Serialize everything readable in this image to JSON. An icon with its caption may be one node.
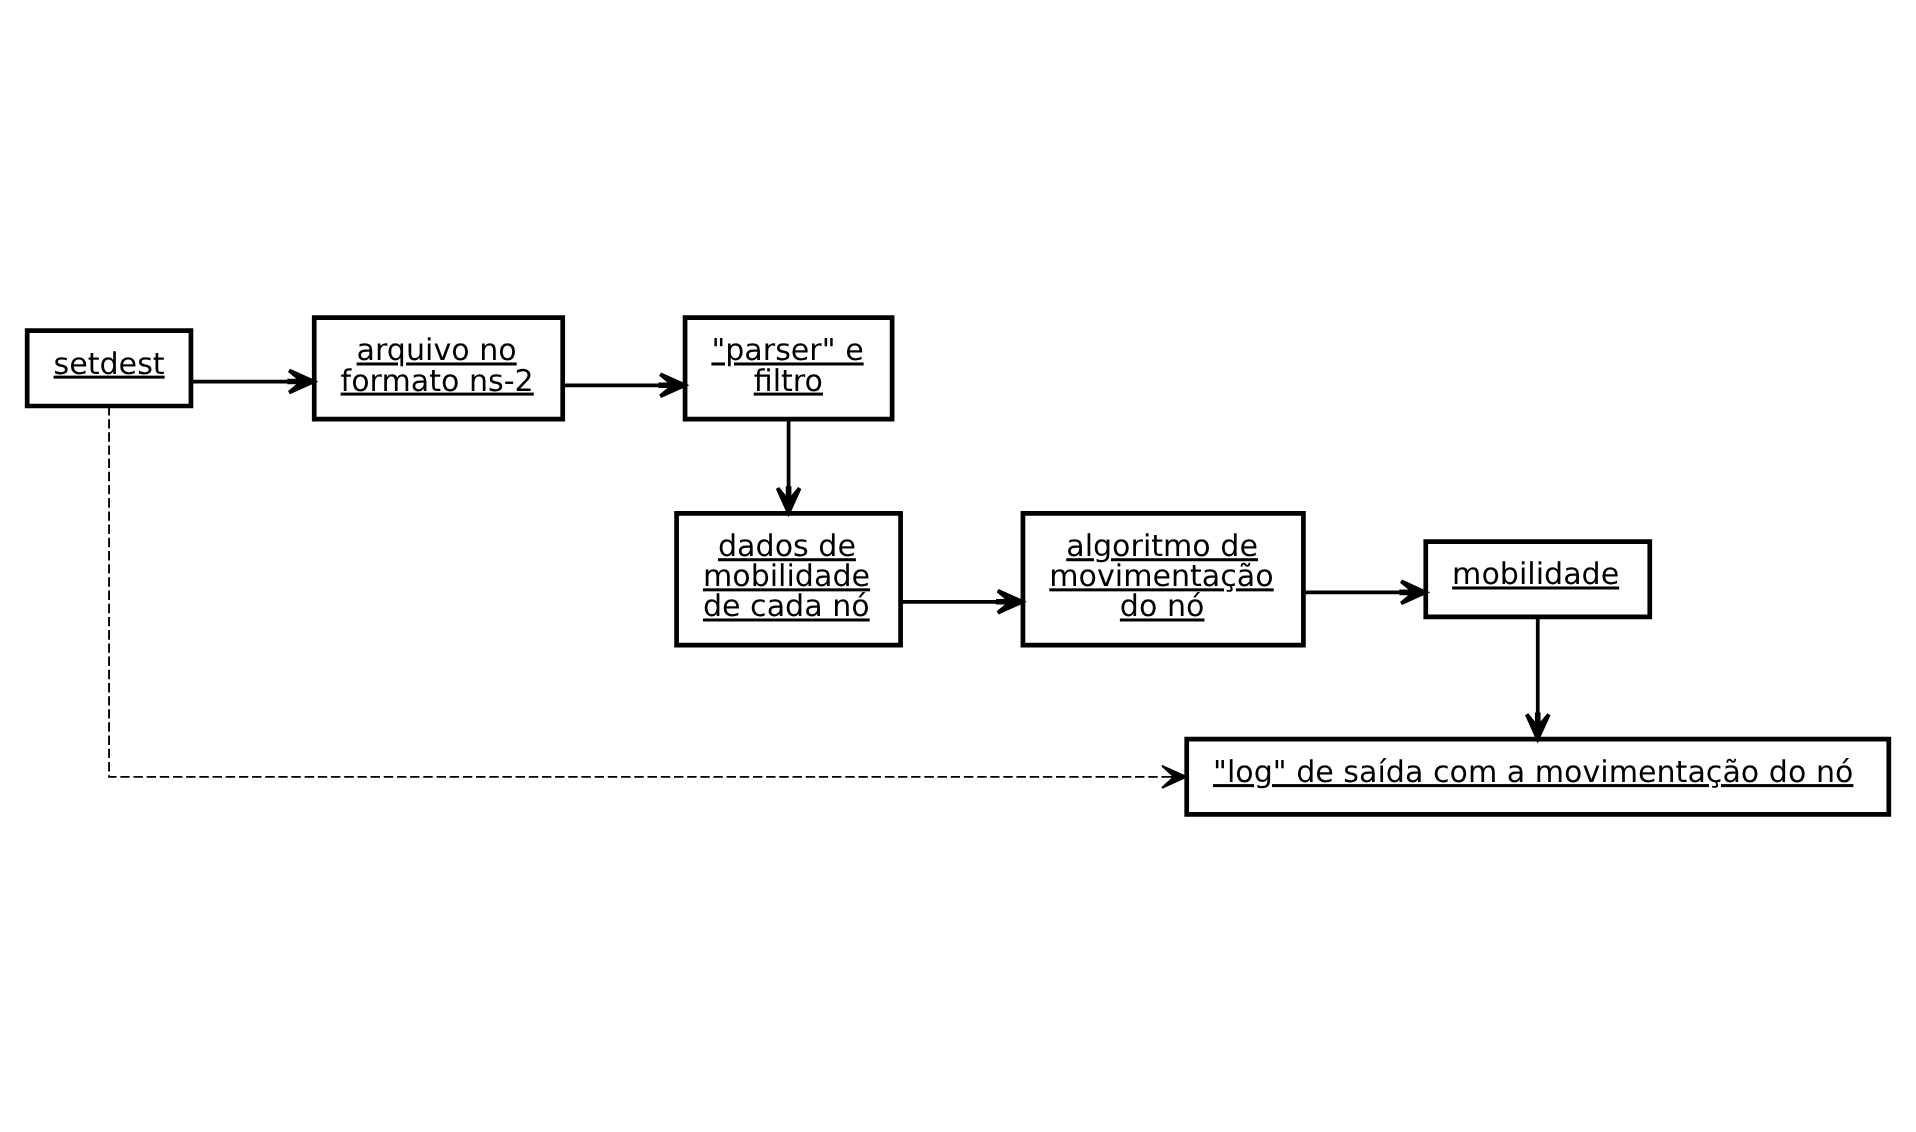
{
  "diagram": {
    "nodes": [
      {
        "text": [
          "setdest"
        ]
      },
      {
        "text": [
          "arquivo no formato ns-2"
        ]
      },
      {
        "text": [
          "\"parser\" e filtro"
        ]
      },
      {
        "text": [
          "dados de mobilidade de cada nó"
        ]
      },
      {
        "text": [
          "algoritmo de movimentação do nó"
        ]
      },
      {
        "text": [
          "mobilidade"
        ]
      },
      {
        "text": [
          "\"log\" de saída com a movimentação do nó"
        ]
      }
    ],
    "edges": [
      {
        "from": 0,
        "to": 1,
        "arrow": "to"
      },
      {
        "from": 1,
        "to": 2,
        "arrow": "to"
      },
      {
        "from": 2,
        "to": 3,
        "arrow": "to"
      },
      {
        "from": 3,
        "to": 4,
        "arrow": "to"
      },
      {
        "from": 4,
        "to": 5,
        "arrow": "to"
      },
      {
        "from": 5,
        "to": 6,
        "arrow": "to"
      },
      {
        "from": 0,
        "to": 6,
        "arrow": "to",
        "style": "dashed"
      }
    ]
  }
}
